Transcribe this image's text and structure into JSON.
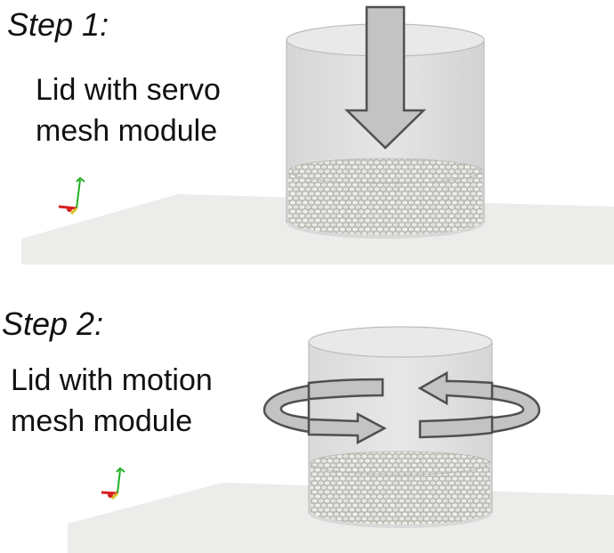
{
  "steps": [
    {
      "title": "Step 1:",
      "caption_lines": [
        "Lid with servo",
        "mesh module"
      ],
      "lid_motion_icon": "down-arrow-icon"
    },
    {
      "title": "Step 2:",
      "caption_lines": [
        "Lid with motion",
        "mesh module"
      ],
      "lid_motion_icon": "rotation-arrows-icon"
    }
  ],
  "colors": {
    "floor": "#ececea",
    "cylinder": "#dcdcdc",
    "particles": "#c4c3bd",
    "arrow_fill": "#c3c3c3",
    "arrow_stroke": "#505050",
    "axis_x": "#d62020",
    "axis_y": "#d8c020",
    "axis_z": "#20b020"
  }
}
